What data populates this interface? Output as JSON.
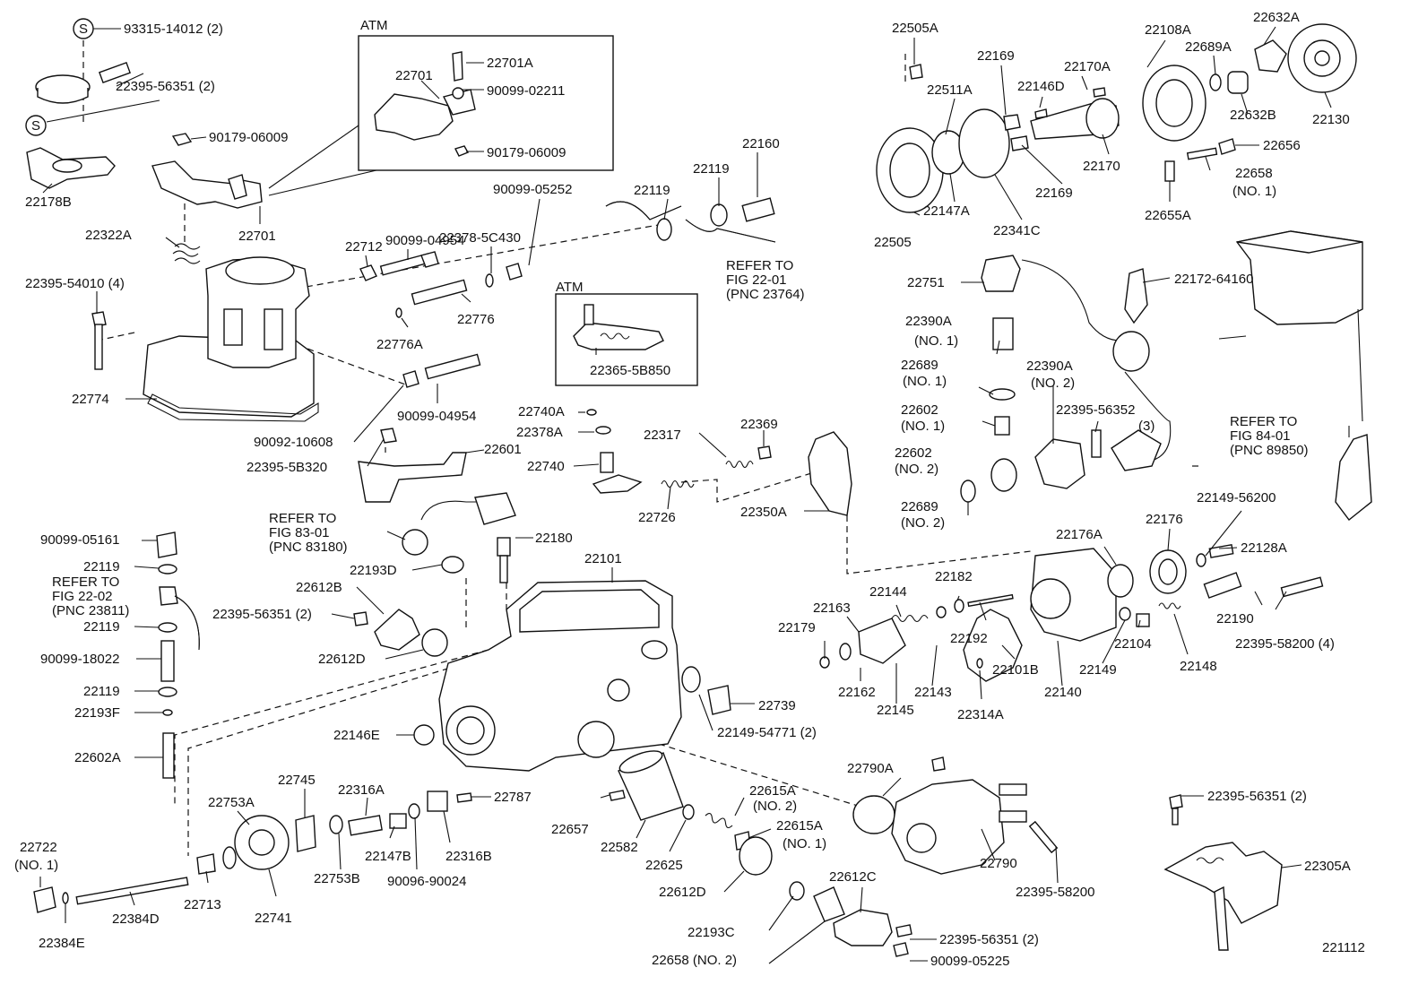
{
  "diagram_id": "221112",
  "boxes": {
    "atm_top": "ATM",
    "atm_mid": "ATM"
  },
  "service_marks": {
    "mark1": "S",
    "mark2": "S"
  },
  "labels": {
    "p93315": "93315-14012 (2)",
    "p22395_56351_2a": "22395-56351 (2)",
    "p22178B": "22178B",
    "p90179_06009a": "90179-06009",
    "p22322A": "22322A",
    "p22701a": "22701",
    "p22701b": "22701",
    "p22701A": "22701A",
    "p90099_02211": "90099-02211",
    "p90179_06009b": "90179-06009",
    "p22395_54010": "22395-54010 (4)",
    "p22774": "22774",
    "p22712": "22712",
    "p90099_04954a": "90099-04954",
    "p22378_5C430": "22378-5C430",
    "p90099_05252": "90099-05252",
    "p22776": "22776",
    "p22776A": "22776A",
    "p90099_04954b": "90099-04954",
    "p90092_10608": "90092-10608",
    "p22119a": "22119",
    "p22119b": "22119",
    "p22160": "22160",
    "ref22_01_1": "REFER TO",
    "ref22_01_2": "FIG 22-01",
    "ref22_01_3": "(PNC 23764)",
    "p22365_5B850": "22365-5B850",
    "p22740A": "22740A",
    "p22378A": "22378A",
    "p22740": "22740",
    "p22317": "22317",
    "p22369": "22369",
    "p22726": "22726",
    "p22350A": "22350A",
    "p22395_5B320": "22395-5B320",
    "p22601": "22601",
    "ref83_1": "REFER TO",
    "ref83_2": "FIG 83-01",
    "ref83_3": "(PNC 83180)",
    "p22180": "22180",
    "p22193D": "22193D",
    "p22101": "22101",
    "p22612B": "22612B",
    "p22395_56351_2b": "22395-56351 (2)",
    "p22612Da": "22612D",
    "p90099_05161": "90099-05161",
    "p22119c": "22119",
    "ref22_02_1": "REFER TO",
    "ref22_02_2": "FIG 22-02",
    "ref22_02_3": "(PNC 23811)",
    "p22119d": "22119",
    "p90099_18022": "90099-18022",
    "p22119e": "22119",
    "p22193F": "22193F",
    "p22602A": "22602A",
    "p22146E": "22146E",
    "p22739": "22739",
    "p22149_54771": "22149-54771 (2)",
    "p22745": "22745",
    "p22753A": "22753A",
    "p22316A": "22316A",
    "p22787": "22787",
    "p22722": "22722",
    "p22722_no1": "(NO. 1)",
    "p22713": "22713",
    "p22741": "22741",
    "p22753B": "22753B",
    "p22147B": "22147B",
    "p22316B": "22316B",
    "p90096_90024": "90096-90024",
    "p22384D": "22384D",
    "p22384E": "22384E",
    "p22657": "22657",
    "p22582": "22582",
    "p22625": "22625",
    "p22615A_2": "22615A",
    "p22615A_2n": "(NO. 2)",
    "p22615A_1": "22615A",
    "p22615A_1n": "(NO. 1)",
    "p22612Db": "22612D",
    "p22193C": "22193C",
    "p22612C": "22612C",
    "p22658_2": "22658 (NO. 2)",
    "p22395_56351_2c": "22395-56351 (2)",
    "p90099_05225": "90099-05225",
    "p22790A": "22790A",
    "p22790": "22790",
    "p22395_58200a": "22395-58200",
    "p22505A": "22505A",
    "p22511A": "22511A",
    "p22169a": "22169",
    "p22169b": "22169",
    "p22170A": "22170A",
    "p22146D": "22146D",
    "p22108A": "22108A",
    "p22689A": "22689A",
    "p22632A": "22632A",
    "p22632B": "22632B",
    "p22130": "22130",
    "p22656": "22656",
    "p22658_1": "22658",
    "p22658_1n": "(NO. 1)",
    "p22170": "22170",
    "p22655A": "22655A",
    "p22505": "22505",
    "p22147A": "22147A",
    "p22341C": "22341C",
    "p22172_64160": "22172-64160",
    "p22751": "22751",
    "p22390A_1": "22390A",
    "p22390A_1n": "(NO. 1)",
    "p22689_1": "22689",
    "p22689_1n": "(NO. 1)",
    "p22390A_2": "22390A",
    "p22390A_2n": "(NO. 2)",
    "p22602_1": "22602",
    "p22602_1n": "(NO. 1)",
    "p22395_56352": "22395-56352",
    "p22395_56352n": "(3)",
    "p22602_2": "22602",
    "p22602_2n": "(NO. 2)",
    "p22689_2": "22689",
    "p22689_2n": "(NO. 2)",
    "ref84_1": "REFER TO",
    "ref84_2": "FIG 84-01",
    "ref84_3": "(PNC 89850)",
    "p22149_56200": "22149-56200",
    "p22176A": "22176A",
    "p22176": "22176",
    "p22128A": "22128A",
    "p22182": "22182",
    "p22144": "22144",
    "p22163": "22163",
    "p22179": "22179",
    "p22192": "22192",
    "p22190": "22190",
    "p22395_58200_4": "22395-58200 (4)",
    "p22104": "22104",
    "p22148": "22148",
    "p22101B": "22101B",
    "p22149": "22149",
    "p22162": "22162",
    "p22143": "22143",
    "p22140": "22140",
    "p22145": "22145",
    "p22314A": "22314A",
    "p22395_56351_2d": "22395-56351 (2)",
    "p22305A": "22305A"
  }
}
